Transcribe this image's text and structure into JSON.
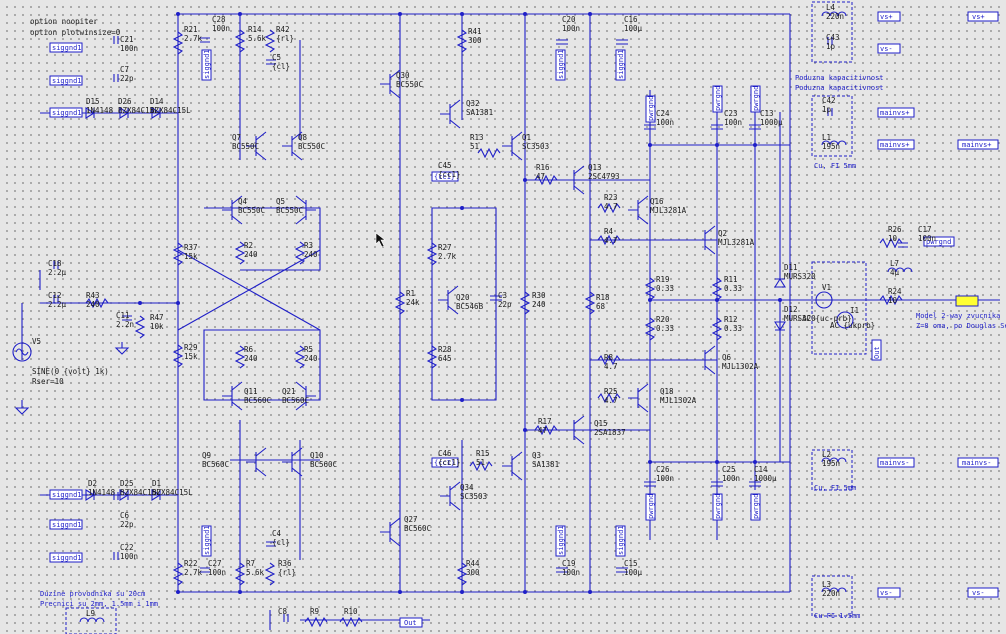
{
  "directives": [
    "option noopiter",
    "option plotwinsize=0"
  ],
  "components": [
    {
      "ref": "C21",
      "value": "100n"
    },
    {
      "ref": "C7",
      "value": "22p"
    },
    {
      "ref": "D15",
      "value": "1N4148"
    },
    {
      "ref": "D26",
      "value": "BZX84C15L"
    },
    {
      "ref": "D14",
      "value": "BZX84C15L"
    },
    {
      "ref": "R21",
      "value": "2.7k"
    },
    {
      "ref": "C28",
      "value": "100n"
    },
    {
      "ref": "R14",
      "value": "5.6k"
    },
    {
      "ref": "R42",
      "value": "{rl}"
    },
    {
      "ref": "C5",
      "value": "{cl}"
    },
    {
      "ref": "Q30",
      "value": "BC550C"
    },
    {
      "ref": "R41",
      "value": "300"
    },
    {
      "ref": "C20",
      "value": "100n"
    },
    {
      "ref": "C16",
      "value": "100µ"
    },
    {
      "ref": "L4",
      "value": "220n"
    },
    {
      "ref": "C43",
      "value": "1p"
    },
    {
      "ref": "Q32",
      "value": "SA1381"
    },
    {
      "ref": "Q1",
      "value": "SC3503"
    },
    {
      "ref": "R13",
      "value": "51"
    },
    {
      "ref": "Q7",
      "value": "BC550C"
    },
    {
      "ref": "Q8",
      "value": "BC550C"
    },
    {
      "ref": "C45",
      "value": "{cc1}"
    },
    {
      "ref": "R16",
      "value": "47"
    },
    {
      "ref": "Q13",
      "value": "2SC4793"
    },
    {
      "ref": "C24",
      "value": "100n"
    },
    {
      "ref": "C23",
      "value": "100n"
    },
    {
      "ref": "C13",
      "value": "1000µ"
    },
    {
      "ref": "C42",
      "value": "1p"
    },
    {
      "ref": "L1",
      "value": "195n"
    },
    {
      "ref": "Q4",
      "value": "BC550C"
    },
    {
      "ref": "Q5",
      "value": "BC550C"
    },
    {
      "ref": "R23",
      "value": "4.7"
    },
    {
      "ref": "Q16",
      "value": "MJL3281A"
    },
    {
      "ref": "R2",
      "value": "240"
    },
    {
      "ref": "R3",
      "value": "240"
    },
    {
      "ref": "R37",
      "value": "15k"
    },
    {
      "ref": "R27",
      "value": "2.7k"
    },
    {
      "ref": "R4",
      "value": "4.7"
    },
    {
      "ref": "Q2",
      "value": "MJL3281A"
    },
    {
      "ref": "R26",
      "value": "10"
    },
    {
      "ref": "C17",
      "value": "100n"
    },
    {
      "ref": "L7",
      "value": "4µ"
    },
    {
      "ref": "R24",
      "value": "10"
    },
    {
      "ref": "C18",
      "value": "2.2µ"
    },
    {
      "ref": "C12",
      "value": "2.2µ"
    },
    {
      "ref": "R43",
      "value": "240"
    },
    {
      "ref": "C11",
      "value": "2.2n"
    },
    {
      "ref": "R47",
      "value": "10k"
    },
    {
      "ref": "R1",
      "value": "24k"
    },
    {
      "ref": "Q20",
      "value": "BC546B"
    },
    {
      "ref": "C3",
      "value": "22p"
    },
    {
      "ref": "R30",
      "value": "240"
    },
    {
      "ref": "R18",
      "value": "68"
    },
    {
      "ref": "R19",
      "value": "0.33"
    },
    {
      "ref": "R11",
      "value": "0.33"
    },
    {
      "ref": "D11",
      "value": "MURS320"
    },
    {
      "ref": "D12",
      "value": "MURS320"
    },
    {
      "ref": "R20",
      "value": "0.33"
    },
    {
      "ref": "R12",
      "value": "0.33"
    },
    {
      "ref": "R29",
      "value": "15k"
    },
    {
      "ref": "R6",
      "value": "240"
    },
    {
      "ref": "R5",
      "value": "240"
    },
    {
      "ref": "R28",
      "value": "645"
    },
    {
      "ref": "R8",
      "value": "4.7"
    },
    {
      "ref": "Q6",
      "value": "MJL1302A"
    },
    {
      "ref": "R25",
      "value": "4.7"
    },
    {
      "ref": "Q18",
      "value": "MJL1302A"
    },
    {
      "ref": "Q11",
      "value": "BC560C"
    },
    {
      "ref": "Q21",
      "value": "BC560C"
    },
    {
      "ref": "R17",
      "value": "47"
    },
    {
      "ref": "Q15",
      "value": "2SA1837"
    },
    {
      "ref": "Q9",
      "value": "BC560C"
    },
    {
      "ref": "Q10",
      "value": "BC560C"
    },
    {
      "ref": "C46",
      "value": "{cc1}"
    },
    {
      "ref": "R15",
      "value": "51"
    },
    {
      "ref": "Q3",
      "value": "SA1381"
    },
    {
      "ref": "C26",
      "value": "100n"
    },
    {
      "ref": "C25",
      "value": "100n"
    },
    {
      "ref": "C14",
      "value": "1000µ"
    },
    {
      "ref": "L2",
      "value": "195n"
    },
    {
      "ref": "D2",
      "value": "1N4148"
    },
    {
      "ref": "D25",
      "value": "BZX84C15L"
    },
    {
      "ref": "D1",
      "value": "BZX84C15L"
    },
    {
      "ref": "C6",
      "value": "22p"
    },
    {
      "ref": "Q34",
      "value": "SC3503"
    },
    {
      "ref": "C4",
      "value": "{cl}"
    },
    {
      "ref": "Q27",
      "value": "BC560C"
    },
    {
      "ref": "C22",
      "value": "100n"
    },
    {
      "ref": "R22",
      "value": "2.7k"
    },
    {
      "ref": "C27",
      "value": "100n"
    },
    {
      "ref": "R7",
      "value": "5.6k"
    },
    {
      "ref": "R36",
      "value": "{rl}"
    },
    {
      "ref": "R44",
      "value": "300"
    },
    {
      "ref": "C19",
      "value": "100n"
    },
    {
      "ref": "C15",
      "value": "100µ"
    },
    {
      "ref": "L3",
      "value": "220n"
    },
    {
      "ref": "L9",
      "value": ""
    },
    {
      "ref": "C8",
      "value": ""
    },
    {
      "ref": "R9",
      "value": ""
    },
    {
      "ref": "R10",
      "value": ""
    }
  ],
  "nets": [
    "vs+",
    "vs-",
    "mainvs+",
    "mainvs-",
    "pwrgnd",
    "siggnd1",
    "Out",
    "{cc1}"
  ],
  "labels": {
    "vs_plus": "vs+",
    "vs_minus": "vs-",
    "mainvs_plus": "mainvs+",
    "mainvs_minus": "mainvs-",
    "pwrgnd": "pwrgnd",
    "siggnd": "siggnd1",
    "out": "Out",
    "cc1": "{cc1}",
    "source_ref": "V5",
    "source_value": "SINE(0 {volt} 1k)",
    "source_rser": "Rser=10",
    "load_v": "V1",
    "load_i": "I1",
    "load_v_value": "AC {uc-prb}",
    "load_i_value": "AC {ukprb}",
    "cap_note_1": "Poduzna kapacitivnost",
    "cap_note_2": "Poduzna kapacitivnost",
    "cu_fi_1": "Cu, FI 5mm",
    "cu_fi_2": "Cu, FI 5mm",
    "cu_fi_3": "Cu FI 1.5mm",
    "model_1": "Model 2-way zvucnika",
    "model_2": "Z=8 oma, po Douglas Se",
    "wire_note_1": "Duzine provodnika su 20cm",
    "wire_note_2": "Precnici su 2mm, 1.5mm i 1mm"
  },
  "colors": {
    "wire": "#1f1fc8",
    "background": "#e6e6e6",
    "grid_dot": "#9a9a9a",
    "component": "#1f1fc8",
    "text": "#1a1a1a",
    "load": "#ffff00"
  }
}
